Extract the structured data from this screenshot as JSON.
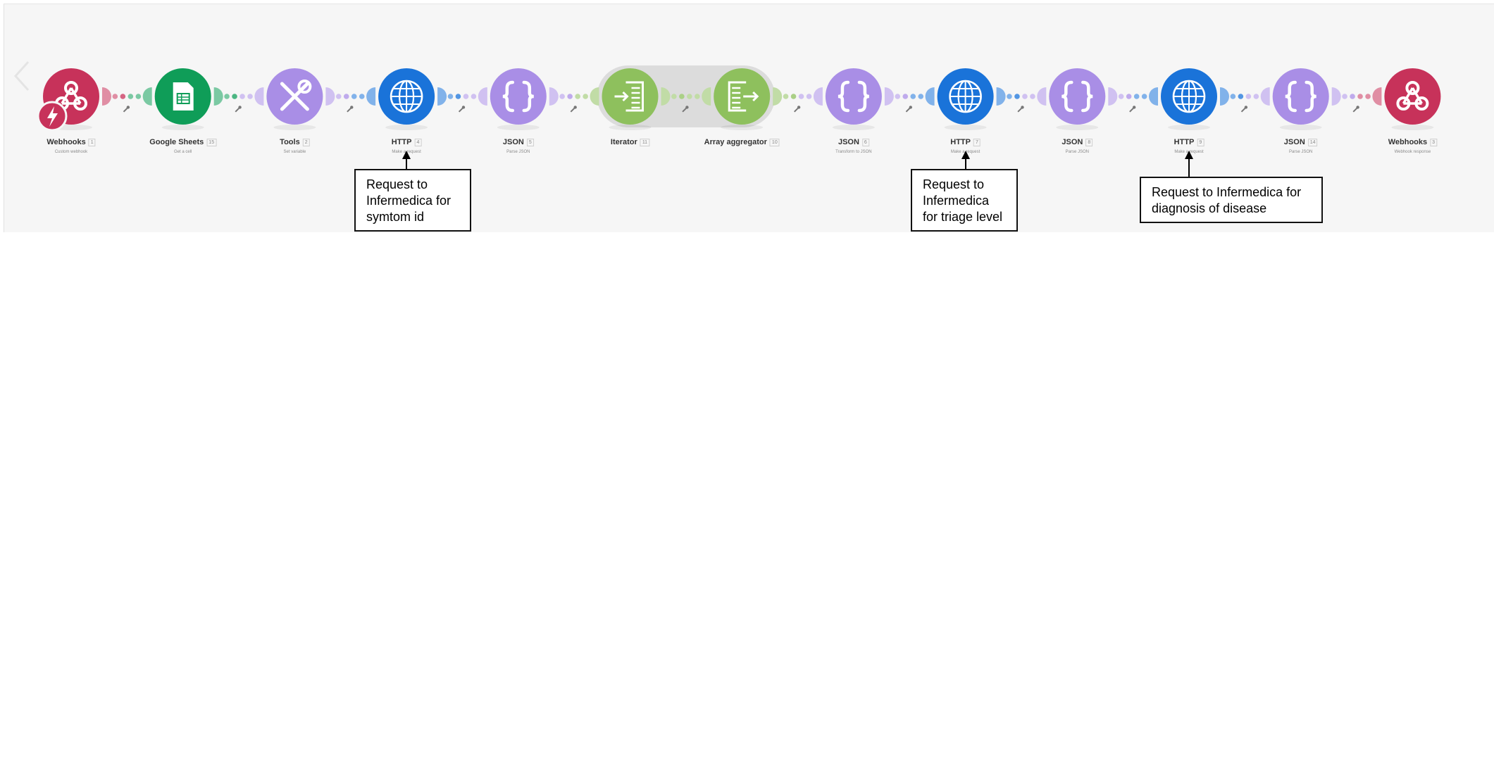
{
  "colors": {
    "webhooks": "#c7325a",
    "sheets": "#0f9d58",
    "tools": "#a98ee6",
    "http": "#1a73d9",
    "json": "#a98ee6",
    "flow_control": "#8ec05d",
    "canvas_bg": "#f6f6f6"
  },
  "modules": [
    {
      "name": "Webhooks",
      "id": "1",
      "sub": "Custom webhook",
      "icon": "webhook-icon",
      "color": "#c7325a",
      "trigger": true
    },
    {
      "name": "Google Sheets",
      "id": "15",
      "sub": "Get a cell",
      "icon": "sheets-icon",
      "color": "#0f9d58"
    },
    {
      "name": "Tools",
      "id": "2",
      "sub": "Set variable",
      "icon": "tools-icon",
      "color": "#a98ee6"
    },
    {
      "name": "HTTP",
      "id": "4",
      "sub": "Make a request",
      "icon": "globe-icon",
      "color": "#1a73d9"
    },
    {
      "name": "JSON",
      "id": "5",
      "sub": "Parse JSON",
      "icon": "braces-icon",
      "color": "#a98ee6"
    },
    {
      "name": "Iterator",
      "id": "11",
      "sub": "",
      "icon": "iterator-icon",
      "color": "#8ec05d",
      "grouped": true
    },
    {
      "name": "Array aggregator",
      "id": "10",
      "sub": "",
      "icon": "aggregator-icon",
      "color": "#8ec05d",
      "grouped": true
    },
    {
      "name": "JSON",
      "id": "6",
      "sub": "Transform to JSON",
      "icon": "braces-icon",
      "color": "#a98ee6"
    },
    {
      "name": "HTTP",
      "id": "7",
      "sub": "Make a request",
      "icon": "globe-icon",
      "color": "#1a73d9"
    },
    {
      "name": "JSON",
      "id": "8",
      "sub": "Parse JSON",
      "icon": "braces-icon",
      "color": "#a98ee6"
    },
    {
      "name": "HTTP",
      "id": "9",
      "sub": "Make a request",
      "icon": "globe-icon",
      "color": "#1a73d9"
    },
    {
      "name": "JSON",
      "id": "14",
      "sub": "Parse JSON",
      "icon": "braces-icon",
      "color": "#a98ee6"
    },
    {
      "name": "Webhooks",
      "id": "3",
      "sub": "Webhook response",
      "icon": "webhook-icon",
      "color": "#c7325a"
    }
  ],
  "notes": [
    {
      "text": "Request to\nInfermedica for\nsymtom id",
      "target_module": 3
    },
    {
      "text": "Request to\nInfermedica\nfor triage level",
      "target_module": 8
    },
    {
      "text": "Request to Infermedica for\ndiagnosis of disease",
      "target_module": 10
    }
  ]
}
